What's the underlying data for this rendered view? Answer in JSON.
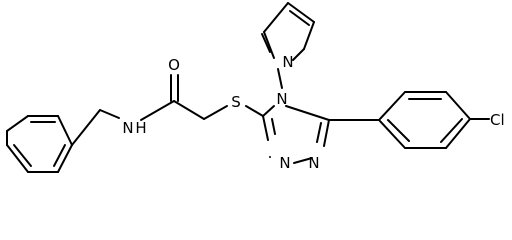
{
  "structure": {
    "atoms": {
      "amide_n": "N",
      "amide_h": "H",
      "carbonyl_o": "O",
      "thioether_s": "S",
      "triazole_n4": "N",
      "triazole_n1": "N",
      "triazole_n2": "N",
      "pyrrole_n": "N",
      "chlorine": "Cl"
    },
    "colors": {
      "bond": "#000000",
      "label": "#000000",
      "background": "#ffffff"
    }
  }
}
